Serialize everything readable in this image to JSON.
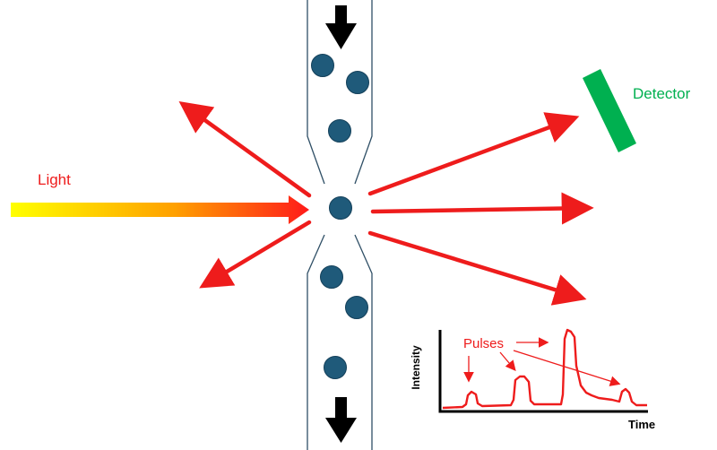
{
  "labels": {
    "light": "Light",
    "detector": "Detector",
    "pulses": "Pulses",
    "intensity": "Intensity",
    "time": "Time"
  },
  "colors": {
    "beam": "#ee1c1c",
    "beam_start": "#ffff00",
    "beam_end": "#ff1a1a",
    "particle": "#1f5a7a",
    "channel": "#2f4f66",
    "detector": "#00b050",
    "flow_arrow": "#000000",
    "pulse": "#ee1c1c",
    "axis": "#000000",
    "detector_label": "#00b050",
    "light_label": "#ee1c1c",
    "pulse_label": "#ee1c1c"
  },
  "icons": {
    "flow_in": "arrow-down-icon",
    "flow_out": "arrow-down-icon"
  }
}
